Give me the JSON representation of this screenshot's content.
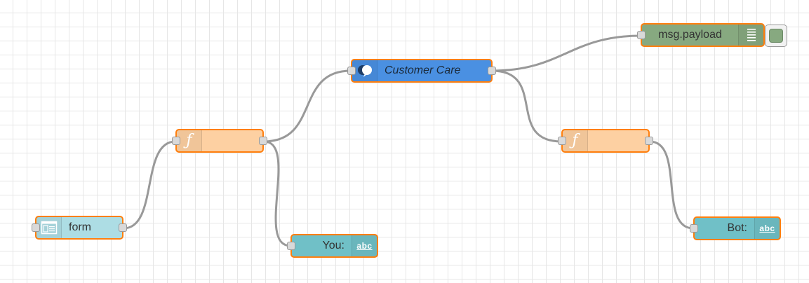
{
  "nodes": {
    "customer_care": {
      "label": "Customer Care",
      "icon": "chat-bubbles-icon",
      "color": "#4a90e2"
    },
    "debug": {
      "label": "msg.payload",
      "icon": "list-icon",
      "color": "#87a980"
    },
    "function_left": {
      "label": "",
      "icon": "function-icon",
      "glyph": "ƒ",
      "color": "#fdd0a2"
    },
    "function_right": {
      "label": "",
      "icon": "function-icon",
      "glyph": "ƒ",
      "color": "#fdd0a2"
    },
    "form": {
      "label": "form",
      "icon": "form-icon",
      "color": "#addde4"
    },
    "text_you": {
      "label": "You:",
      "icon": "abc-icon",
      "glyph": "abc",
      "color": "#70c0c7"
    },
    "text_bot": {
      "label": "Bot:",
      "icon": "abc-icon",
      "glyph": "abc",
      "color": "#70c0c7"
    }
  },
  "colors": {
    "selection_border": "#ff7f0e",
    "wire": "#999999",
    "grid": "#e6e6e6"
  }
}
